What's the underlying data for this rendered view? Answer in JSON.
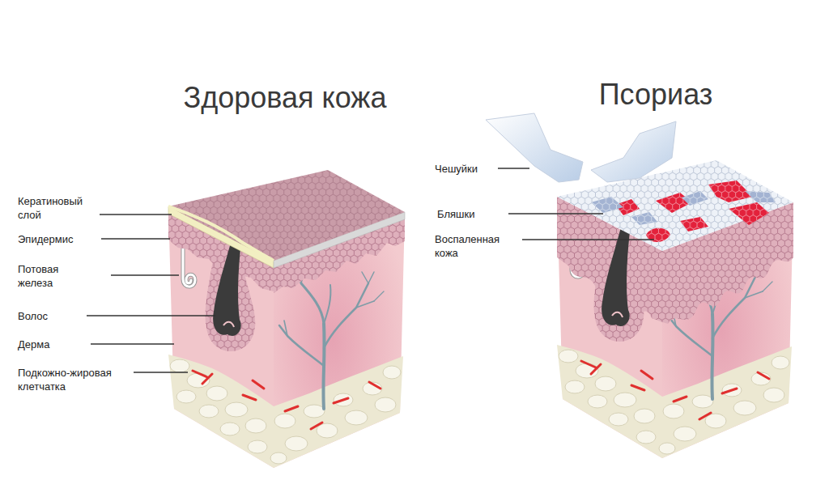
{
  "diagram": {
    "labels": [
      "Здоровая кожа",
      "Псориаз",
      "Кератиновый слой",
      "Эпидермис",
      "Потовая железа",
      "Волос",
      "Дерма",
      "Подкожно-жировая клетчатка",
      "Чешуйки",
      "Бляшки",
      "Воспаленная кожа"
    ]
  }
}
